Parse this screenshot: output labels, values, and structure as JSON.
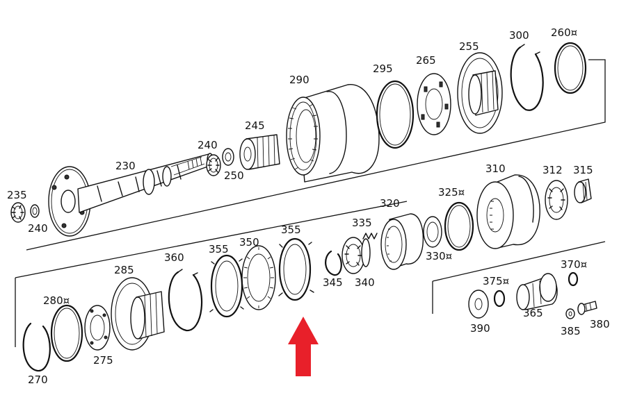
{
  "diagram": {
    "labels": {
      "p235": "235",
      "p240a": "240",
      "p230": "230",
      "p240b": "240",
      "p250": "250",
      "p245": "245",
      "p290": "290",
      "p295": "295",
      "p265": "265",
      "p255": "255",
      "p300": "300",
      "p260": "260¤",
      "p310": "310",
      "p312": "312",
      "p315": "315",
      "p325": "325¤",
      "p320": "320",
      "p335": "335",
      "p330": "330¤",
      "p345": "345",
      "p340": "340",
      "p355a": "355",
      "p355b": "355",
      "p350": "350",
      "p360": "360",
      "p285": "285",
      "p280": "280¤",
      "p275": "275",
      "p270": "270",
      "p370": "370¤",
      "p375": "375¤",
      "p365": "365",
      "p390": "390",
      "p385": "385",
      "p380": "380"
    },
    "highlight_color": "#e8202a"
  }
}
